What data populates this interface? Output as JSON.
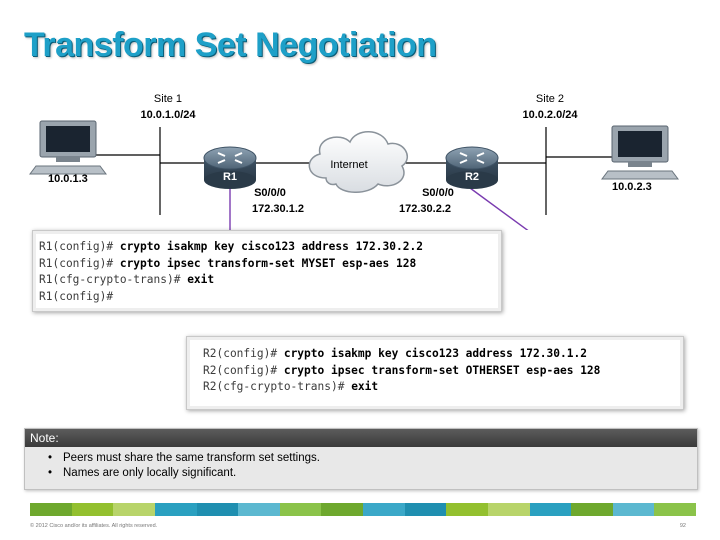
{
  "title": "Transform Set Negotiation",
  "topology": {
    "site1": {
      "name": "Site 1",
      "subnet": "10.0.1.0/24",
      "host_ip": "10.0.1.3"
    },
    "site2": {
      "name": "Site 2",
      "subnet": "10.0.2.0/24",
      "host_ip": "10.0.2.3"
    },
    "cloud_label": "Internet",
    "r1": {
      "name": "R1",
      "interface": "S0/0/0",
      "ip": "172.30.1.2"
    },
    "r2": {
      "name": "R2",
      "interface": "S0/0/0",
      "ip": "172.30.2.2"
    }
  },
  "cli_r1": [
    {
      "prompt": "R1(config)# ",
      "command": "crypto isakmp key cisco123 address 172.30.2.2"
    },
    {
      "prompt": "R1(config)# ",
      "command": "crypto ipsec transform-set MYSET esp-aes 128"
    },
    {
      "prompt": "R1(cfg-crypto-trans)# ",
      "command": "exit"
    },
    {
      "prompt": "R1(config)#",
      "command": ""
    }
  ],
  "cli_r2": [
    {
      "prompt": "R2(config)# ",
      "command": "crypto isakmp key cisco123 address 172.30.1.2"
    },
    {
      "prompt": "R2(config)# ",
      "command": "crypto ipsec transform-set OTHERSET esp-aes 128"
    },
    {
      "prompt": "R2(cfg-crypto-trans)# ",
      "command": "exit"
    }
  ],
  "note": {
    "header": "Note:",
    "items": [
      "Peers must share the same transform set settings.",
      "Names are only locally significant."
    ]
  },
  "footer": {
    "copyright": "© 2012 Cisco and/or its affiliates. All rights reserved.",
    "page_number": "92",
    "bar_colors": [
      "#6ea82e",
      "#93c02f",
      "#b8d46a",
      "#2aa0c0",
      "#1f8fb0",
      "#5cb8d0",
      "#8bc34a",
      "#6ea82e",
      "#3ba8c8",
      "#1f8fb0",
      "#93c02f",
      "#b8d46a",
      "#2aa0c0",
      "#6ea82e",
      "#5cb8d0",
      "#8bc34a"
    ]
  },
  "colors": {
    "title": "#1ea0c8",
    "link_line": "#000000",
    "callout_line": "#7a3bb0"
  }
}
